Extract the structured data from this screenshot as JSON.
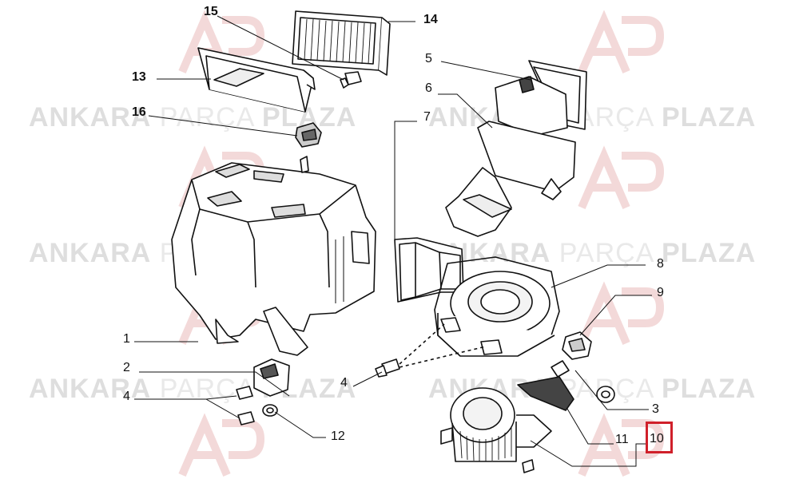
{
  "watermark": {
    "brand_parts": [
      "ANKARA",
      "PARÇA",
      "PLAZA"
    ],
    "logo_letters": "AP"
  },
  "callouts": [
    {
      "id": "c1",
      "label": "1"
    },
    {
      "id": "c2",
      "label": "2"
    },
    {
      "id": "c3",
      "label": "3"
    },
    {
      "id": "c4a",
      "label": "4"
    },
    {
      "id": "c4b",
      "label": "4"
    },
    {
      "id": "c5",
      "label": "5"
    },
    {
      "id": "c6",
      "label": "6"
    },
    {
      "id": "c7",
      "label": "7"
    },
    {
      "id": "c8",
      "label": "8"
    },
    {
      "id": "c9",
      "label": "9"
    },
    {
      "id": "c10",
      "label": "10"
    },
    {
      "id": "c11",
      "label": "11"
    },
    {
      "id": "c12",
      "label": "12"
    },
    {
      "id": "c13",
      "label": "13"
    },
    {
      "id": "c14",
      "label": "14"
    },
    {
      "id": "c15",
      "label": "15"
    },
    {
      "id": "c16",
      "label": "16"
    }
  ],
  "highlight_color": "#d0202a"
}
